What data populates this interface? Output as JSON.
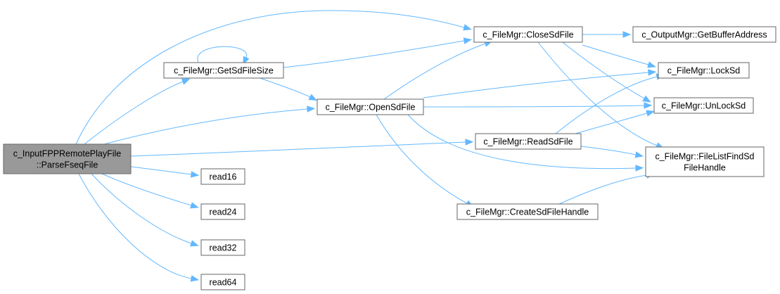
{
  "diagram": {
    "nodes": {
      "root": [
        "c_InputFPPRemotePlayFile",
        "::ParseFseqFile"
      ],
      "getsize": [
        "c_FileMgr::GetSdFileSize"
      ],
      "open": [
        "c_FileMgr::OpenSdFile"
      ],
      "close": [
        "c_FileMgr::CloseSdFile"
      ],
      "read": [
        "c_FileMgr::ReadSdFile"
      ],
      "create": [
        "c_FileMgr::CreateSdFileHandle"
      ],
      "getbuf": [
        "c_OutputMgr::GetBufferAddress"
      ],
      "lock": [
        "c_FileMgr::LockSd"
      ],
      "unlock": [
        "c_FileMgr::UnLockSd"
      ],
      "find": [
        "c_FileMgr::FileListFindSd",
        "FileHandle"
      ],
      "read16": [
        "read16"
      ],
      "read24": [
        "read24"
      ],
      "read32": [
        "read32"
      ],
      "read64": [
        "read64"
      ]
    },
    "edges": [
      [
        "root",
        "close"
      ],
      [
        "root",
        "getsize"
      ],
      [
        "root",
        "open"
      ],
      [
        "root",
        "read"
      ],
      [
        "root",
        "read16"
      ],
      [
        "root",
        "read24"
      ],
      [
        "root",
        "read32"
      ],
      [
        "root",
        "read64"
      ],
      [
        "getsize",
        "getsize"
      ],
      [
        "getsize",
        "close"
      ],
      [
        "getsize",
        "open"
      ],
      [
        "open",
        "close"
      ],
      [
        "open",
        "lock"
      ],
      [
        "open",
        "unlock"
      ],
      [
        "open",
        "find"
      ],
      [
        "open",
        "create"
      ],
      [
        "close",
        "getbuf"
      ],
      [
        "close",
        "lock"
      ],
      [
        "close",
        "unlock"
      ],
      [
        "close",
        "find"
      ],
      [
        "read",
        "lock"
      ],
      [
        "read",
        "unlock"
      ],
      [
        "read",
        "find"
      ],
      [
        "create",
        "find"
      ]
    ]
  }
}
